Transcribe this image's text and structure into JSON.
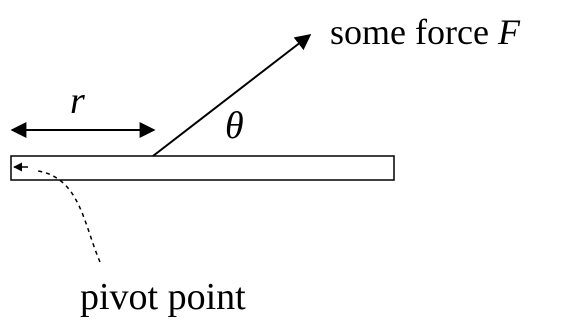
{
  "labels": {
    "force_prefix": "some force ",
    "force_symbol": "F",
    "radius": "r",
    "angle": "θ",
    "pivot": "pivot point"
  },
  "colors": {
    "stroke": "#000000",
    "background": "#ffffff"
  }
}
